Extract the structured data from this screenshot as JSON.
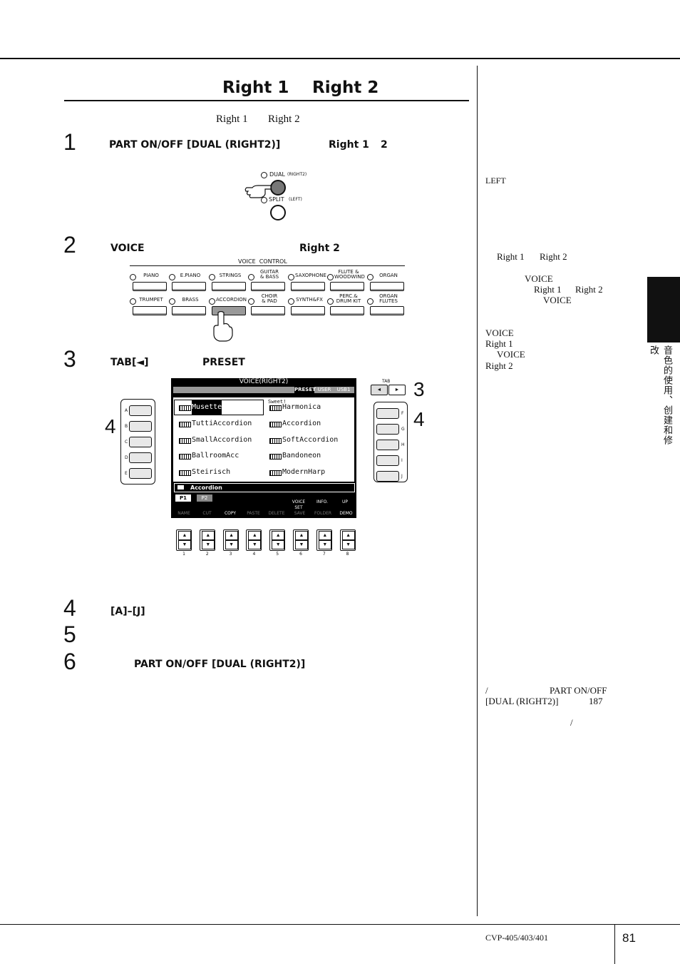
{
  "section": {
    "title_part1": "Right 1",
    "title_part2": "Right 2",
    "intro_part1": "Right 1",
    "intro_part2": "Right 2"
  },
  "steps": [
    {
      "number": "1",
      "text_a": "PART ON/OFF [DUAL (RIGHT2)]",
      "text_b": "Right 1",
      "text_c": "2"
    },
    {
      "number": "2",
      "text_a": "VOICE",
      "text_b": "Right 2"
    },
    {
      "number": "3",
      "text_a": "TAB[◄]",
      "text_b": "PRESET"
    },
    {
      "number": "4",
      "text_a": "[A]–[J]"
    },
    {
      "number": "5"
    },
    {
      "number": "6",
      "text_a": "PART ON/OFF [DUAL (RIGHT2)]"
    }
  ],
  "dual_panel": {
    "dual_label": "DUAL",
    "dual_sub": "(RIGHT2)",
    "split_label": "SPLIT",
    "split_sub": "(LEFT)"
  },
  "voice_control": {
    "header": "VOICE  CONTROL",
    "row1": [
      "PIANO",
      "E.PIANO",
      "STRINGS",
      "GUITAR\n& BASS",
      "SAXOPHONE",
      "FLUTE &\nWOODWIND",
      "ORGAN"
    ],
    "row2": [
      "TRUMPET",
      "BRASS",
      "ACCORDION",
      "CHOIR\n& PAD",
      "SYNTH&FX",
      "PERC.&\nDRUM KIT",
      "ORGAN\nFLUTES"
    ]
  },
  "lcd": {
    "title": "VOICE(RIGHT2)",
    "tabs": [
      "PRESET",
      "USER",
      "USB1"
    ],
    "left_voices": [
      "Musette",
      "TuttiAccordion",
      "SmallAccordion",
      "BallroomAcc",
      "Steirisch"
    ],
    "right_voices": [
      "Harmonica",
      "Accordion",
      "SoftAccordion",
      "Bandoneon",
      "ModernHarp"
    ],
    "right_badge": "Sweet!",
    "folder": "Accordion",
    "pages": [
      "P1",
      "P2"
    ],
    "menu_top": [
      "VOICE SET",
      "INFO.",
      "UP"
    ],
    "menu_bottom": [
      "NAME",
      "CUT",
      "COPY",
      "PASTE",
      "DELETE",
      "SAVE",
      "FOLDER",
      "DEMO"
    ],
    "tab_label": "TAB"
  },
  "side_buttons_left": [
    "A",
    "B",
    "C",
    "D",
    "E"
  ],
  "side_buttons_right": [
    "F",
    "G",
    "H",
    "I",
    "J"
  ],
  "callouts": {
    "left": "4",
    "right_top": "3",
    "right_bottom": "4"
  },
  "number_buttons": [
    "1",
    "2",
    "3",
    "4",
    "5",
    "6",
    "7",
    "8"
  ],
  "sidebar_notes": {
    "left": "LEFT",
    "n2_a": "Right 1",
    "n2_b": "Right 2",
    "n3_a": "VOICE",
    "n3_b": "Right 1",
    "n3_c": "Right 2",
    "n3_d": "VOICE",
    "n4_a": "VOICE",
    "n4_b": "Right 1",
    "n4_c": "VOICE",
    "n4_d": "Right 2",
    "n5_a": "/",
    "n5_b": "PART ON/OFF",
    "n5_c": "[DUAL (RIGHT2)]",
    "n5_d": "187",
    "n6": "/"
  },
  "chapter_tab": "音色的使用、创建和修改",
  "footer": {
    "model": "CVP-405/403/401",
    "page": "81"
  }
}
